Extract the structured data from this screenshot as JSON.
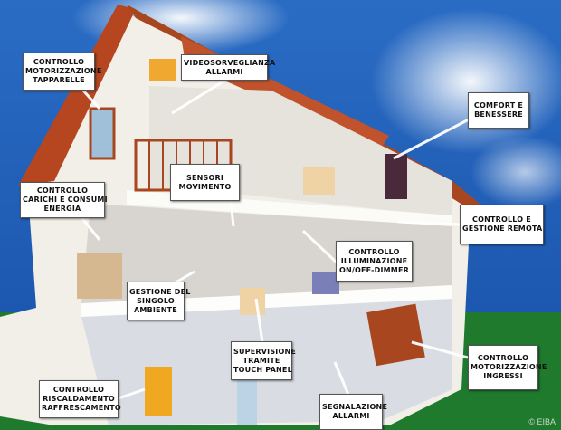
{
  "labels": {
    "tapparelle": [
      "CONTROLLO",
      "MOTORIZZAZIONE",
      "TAPPARELLE"
    ],
    "videosorveglianza": [
      "VIDEOSORVEGLIANZA",
      "ALLARMI"
    ],
    "comfort": [
      "COMFORT E",
      "BENESSERE"
    ],
    "sensori": [
      "SENSORI",
      "MOVIMENTO"
    ],
    "carichi": [
      "CONTROLLO",
      "CARICHI E CONSUMI",
      "ENERGIA"
    ],
    "remota": [
      "CONTROLLO E",
      "GESTIONE REMOTA"
    ],
    "illuminazione": [
      "CONTROLLO",
      "ILLUMINAZIONE",
      "ON/OFF-DIMMER"
    ],
    "ambiente": [
      "GESTIONE DEL",
      "SINGOLO",
      "AMBIENTE"
    ],
    "supervisione": [
      "SUPERVISIONE",
      "TRAMITE",
      "TOUCH PANEL"
    ],
    "ingressi": [
      "CONTROLLO",
      "MOTORIZZAZIONE",
      "INGRESSI"
    ],
    "riscaldamento": [
      "CONTROLLO",
      "RISCALDAMENTO",
      "RAFFRESCAMENTO"
    ],
    "segnalazione": [
      "SEGNALAZIONE",
      "ALLARMI"
    ]
  },
  "copyright": "© EIBA",
  "colors": {
    "sky": "#1f5fb5",
    "grass": "#1f7a2e",
    "roof": "#b84a25",
    "wall": "#f4f1ea"
  }
}
